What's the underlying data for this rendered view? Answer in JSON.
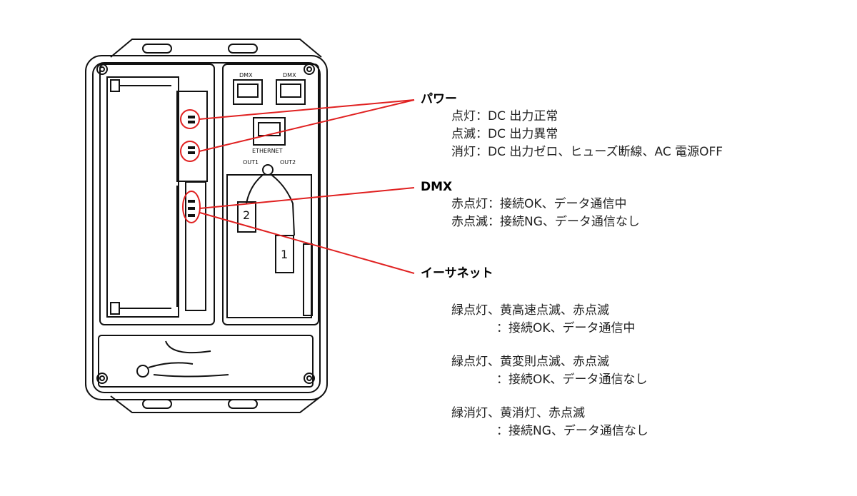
{
  "device": {
    "port_labels": {
      "dmx_a": "DMX",
      "dmx_b": "DMX",
      "ethernet": "ETHERNET",
      "out1": "OUT1",
      "out2": "OUT2"
    },
    "connector_numbers": {
      "one": "1",
      "two": "2"
    }
  },
  "callouts": {
    "power": {
      "title": "パワー",
      "lines": [
        "点灯：DC 出力正常",
        "点滅：DC 出力異常",
        "消灯：DC 出力ゼロ、ヒューズ断線、AC 電源OFF"
      ]
    },
    "dmx": {
      "title": "DMX",
      "lines": [
        "赤点灯：接続OK、データ通信中",
        "赤点滅：接続NG、データ通信なし"
      ]
    },
    "ethernet": {
      "title": "イーサネット",
      "groups": [
        {
          "state": "緑点灯、黄高速点滅、赤点滅",
          "meaning": "：接続OK、データ通信中"
        },
        {
          "state": "緑点灯、黄変則点滅、赤点滅",
          "meaning": "：接続OK、データ通信なし"
        },
        {
          "state": "緑消灯、黄消灯、赤点滅",
          "meaning": "：接続NG、データ通信なし"
        }
      ]
    }
  },
  "colors": {
    "callout": "#e02020",
    "outline": "#111111"
  }
}
